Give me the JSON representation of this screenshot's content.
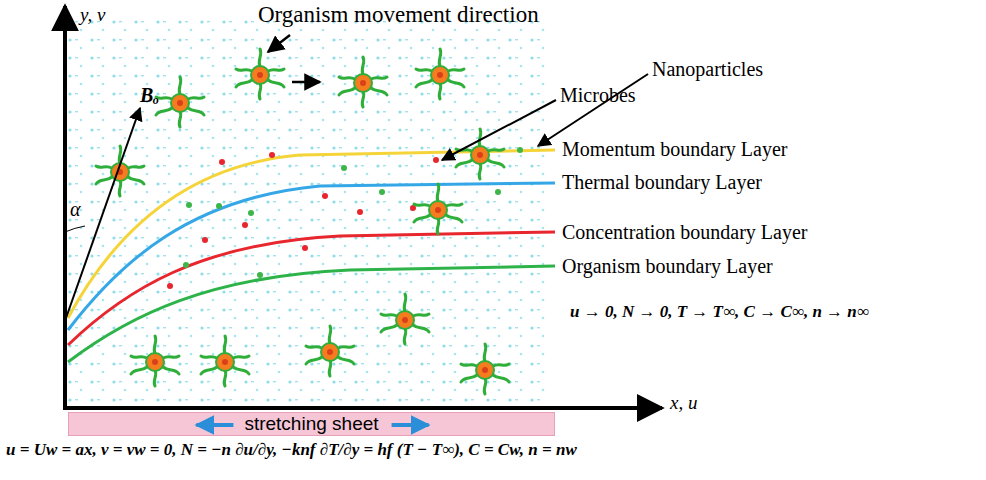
{
  "diagram": {
    "nodes": [
      {
        "text": [
          "stretching sheet"
        ]
      }
    ],
    "labels": [
      "Organism movement direction",
      "y, v",
      "x, u",
      "Microbes",
      "Nanoparticles",
      "Bₒ",
      "α",
      "Momentum boundary Layer",
      "Thermal boundary Layer",
      "Concentration boundary Layer",
      "Organism boundary Layer",
      "u → 0, N → 0, T → T∞, C → C∞, n → n∞",
      "u = Uw = ax, v = vw = 0, N = −n ∂u/∂y, −knf ∂T/∂y = hf (T − T∞), C = Cw, n = nw"
    ]
  }
}
